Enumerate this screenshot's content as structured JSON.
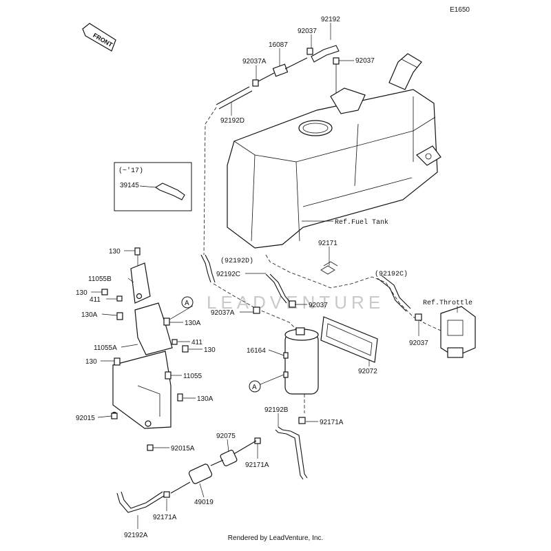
{
  "diagram_code": "E1650",
  "front_label": "FRONT",
  "watermark_text": "LEADVENTURE",
  "footer_text": "Rendered by LeadVenture, Inc.",
  "inset": {
    "year_note": "(~'17)",
    "part": "39145"
  },
  "callouts": {
    "c92192": "92192",
    "c92037_top": "92037",
    "c16087": "16087",
    "c92037A_top": "92037A",
    "c92037_right": "92037",
    "c92192D": "92192D",
    "ref_fuel_tank": "Ref.Fuel Tank",
    "c92171": "92171",
    "c92192D_paren": "(92192D)",
    "c92192C_paren": "(92192C)",
    "ref_throttle": "Ref.Throttle",
    "c92192C": "92192C",
    "c92037_mid": "92037",
    "c92037A_mid": "92037A",
    "c92037_throttle": "92037",
    "c130_a": "130",
    "c11055B": "11055B",
    "c130_b": "130",
    "c411_a": "411",
    "c130A_a": "130A",
    "c130A_b": "130A",
    "c411_b": "411",
    "c11055A": "11055A",
    "c130_c": "130",
    "c130_d": "130",
    "c11055": "11055",
    "c130A_c": "130A",
    "c92015": "92015",
    "c92015A": "92015A",
    "c16164": "16164",
    "c92072": "92072",
    "c92192B": "92192B",
    "c92171A_a": "92171A",
    "c92075": "92075",
    "c92171A_b": "92171A",
    "c49019": "49019",
    "c92171A_c": "92171A",
    "c92192A": "92192A",
    "marker_A": "A"
  }
}
